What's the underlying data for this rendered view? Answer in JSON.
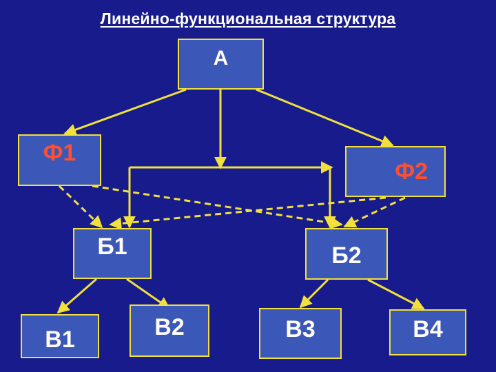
{
  "title": "Линейно-функциональная структура",
  "colors": {
    "background": "#171b8c",
    "box_fill": "#3b57b8",
    "box_border": "#f2e03b",
    "connector": "#f2e03b",
    "text": "#ffffff",
    "functional_text": "#ff4f2e"
  },
  "nodes": {
    "a": "А",
    "f1": "Ф1",
    "f2": "Ф2",
    "b1": "Б1",
    "b2": "Б2",
    "v1": "В1",
    "v2": "В2",
    "v3": "В3",
    "v4": "В4"
  },
  "edges": {
    "solid": [
      [
        "a",
        "f1"
      ],
      [
        "a",
        "f2"
      ],
      [
        "a",
        "b1"
      ],
      [
        "a",
        "b2"
      ],
      [
        "b1",
        "v1"
      ],
      [
        "b1",
        "v2"
      ],
      [
        "b2",
        "v3"
      ],
      [
        "b2",
        "v4"
      ]
    ],
    "dashed": [
      [
        "f1",
        "b1"
      ],
      [
        "f1",
        "b2"
      ],
      [
        "f2",
        "b1"
      ],
      [
        "f2",
        "b2"
      ]
    ]
  }
}
